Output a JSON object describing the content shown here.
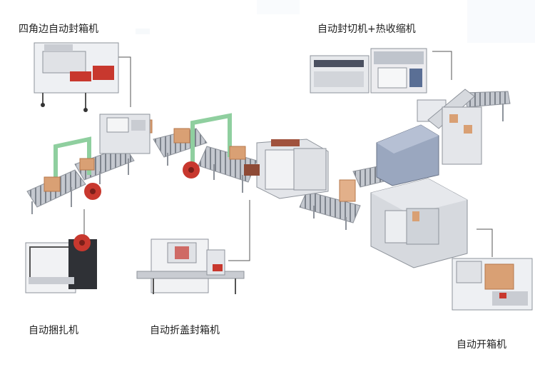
{
  "labels": {
    "four_corner_sealer": "四角边自动封箱机",
    "seal_cut_shrink": "自动封切机+热收缩机",
    "strapping": "自动捆扎机",
    "fold_lid_sealer": "自动折盖封箱机",
    "case_erector": "自动开箱机"
  },
  "colors": {
    "frame": "#c9ccd2",
    "frame_dark": "#8e939b",
    "conveyor": "#b8bcc4",
    "roller": "#7d838c",
    "carton": "#d9a074",
    "carton_dark": "#b7794c",
    "green_arch": "#8fcf9f",
    "tape_red": "#c8382e",
    "panel_blue": "#5a6f95",
    "leader": "#555555"
  }
}
